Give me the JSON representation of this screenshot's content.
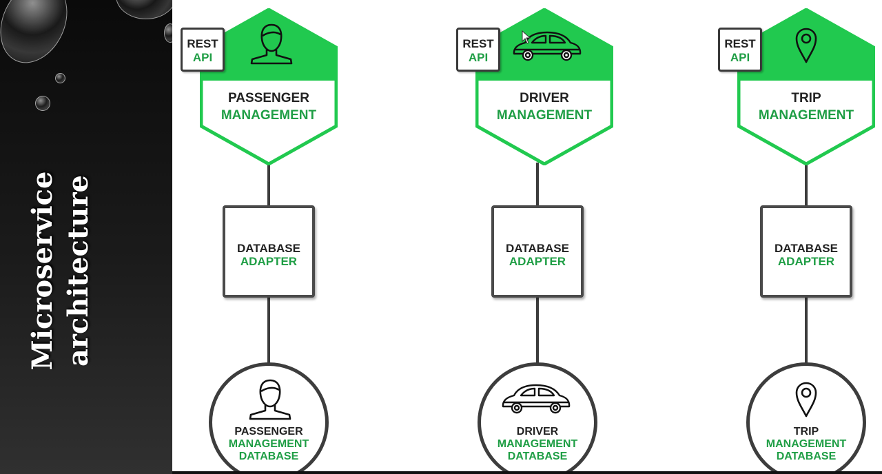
{
  "slide": {
    "title_line1": "Microservice",
    "title_line2": "architecture"
  },
  "colors": {
    "accent_green": "#21c94f",
    "text_green": "#1f9e45",
    "dark": "#222222",
    "frame": "#3c3c3c"
  },
  "services": [
    {
      "id": "passenger",
      "icon": "person-icon",
      "rest": [
        "REST",
        "API"
      ],
      "hex": [
        "PASSENGER",
        "MANAGEMENT"
      ],
      "adapter": [
        "DATABASE",
        "ADAPTER"
      ],
      "db": [
        "PASSENGER",
        "MANAGEMENT",
        "DATABASE"
      ]
    },
    {
      "id": "driver",
      "icon": "car-icon",
      "rest": [
        "REST",
        "API"
      ],
      "hex": [
        "DRIVER",
        "MANAGEMENT"
      ],
      "adapter": [
        "DATABASE",
        "ADAPTER"
      ],
      "db": [
        "DRIVER",
        "MANAGEMENT",
        "DATABASE"
      ]
    },
    {
      "id": "trip",
      "icon": "map-pin-icon",
      "rest": [
        "REST",
        "API"
      ],
      "hex": [
        "TRIP",
        "MANAGEMENT"
      ],
      "adapter": [
        "DATABASE",
        "ADAPTER"
      ],
      "db": [
        "TRIP",
        "MANAGEMENT",
        "DATABASE"
      ]
    }
  ]
}
